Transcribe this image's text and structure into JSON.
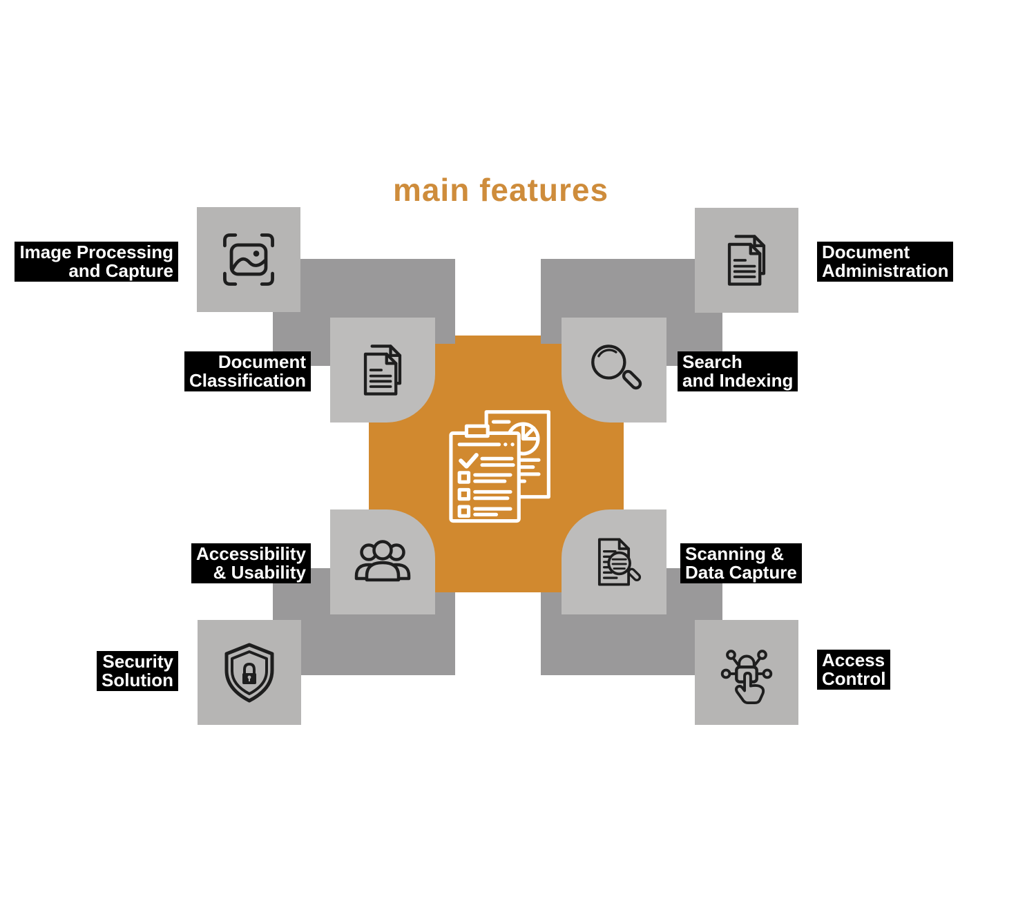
{
  "title": {
    "text": "main features"
  },
  "colors": {
    "title_orange": "#CE8C3B",
    "center_orange": "#D1892F",
    "outer_tile_gray": "#B6B5B4",
    "inner_tile_gray": "#BDBCBB",
    "connector_gray": "#9A999A",
    "label_bg": "#000000",
    "label_text": "#FFFFFF",
    "icon_stroke": "#1E1E1E",
    "center_icon_stroke": "#FFFFFF"
  },
  "center": {
    "icon": "checklist-report-icon"
  },
  "features": [
    {
      "id": "image-processing-capture",
      "line1": "Image Processing",
      "line2": "and Capture",
      "icon": "image-capture-icon",
      "tile": "outer top-left"
    },
    {
      "id": "document-administration",
      "line1": "Document",
      "line2": "Administration",
      "icon": "documents-icon",
      "tile": "outer top-right"
    },
    {
      "id": "document-classification",
      "line1": "Document",
      "line2": "Classification",
      "icon": "documents-icon",
      "tile": "inner top-left"
    },
    {
      "id": "search-and-indexing",
      "line1": "Search",
      "line2": "and Indexing",
      "icon": "magnifier-icon",
      "tile": "inner top-right"
    },
    {
      "id": "accessibility-usability",
      "line1": "Accessibility",
      "line2": "& Usability",
      "icon": "users-icon",
      "tile": "inner bottom-left"
    },
    {
      "id": "scanning-data-capture",
      "line1": "Scanning &",
      "line2": "Data Capture",
      "icon": "document-search-icon",
      "tile": "inner bottom-right"
    },
    {
      "id": "security-solution",
      "line1": "Security",
      "line2": "Solution",
      "icon": "shield-lock-icon",
      "tile": "outer bottom-left"
    },
    {
      "id": "access-control",
      "line1": "Access",
      "line2": "Control",
      "icon": "access-control-icon",
      "tile": "outer bottom-right"
    }
  ]
}
